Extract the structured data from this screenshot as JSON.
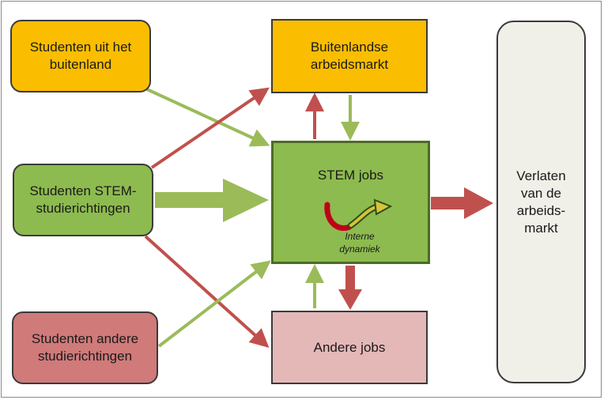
{
  "nodes": {
    "students_abroad": "Studenten uit het\nbuitenland",
    "students_stem": "Studenten STEM-\nstudierichtingen",
    "students_other": "Studenten andere\nstudierichtingen",
    "foreign_market": "Buitenlandse\narbeidsmarkt",
    "stem_jobs": "STEM jobs",
    "internal_dynamics": "Interne\ndynamiek",
    "other_jobs": "Andere jobs",
    "leave_market": "Verlaten\nvan de\narbeids-\nmarkt"
  },
  "colors": {
    "orange": "#fbbd00",
    "green": "#8dbb4f",
    "red_box": "#d07a7a",
    "pink": "#e5b8b8",
    "grey": "#f0efe8",
    "green_arrow": "#9bbb59",
    "red_arrow": "#c0504d"
  }
}
